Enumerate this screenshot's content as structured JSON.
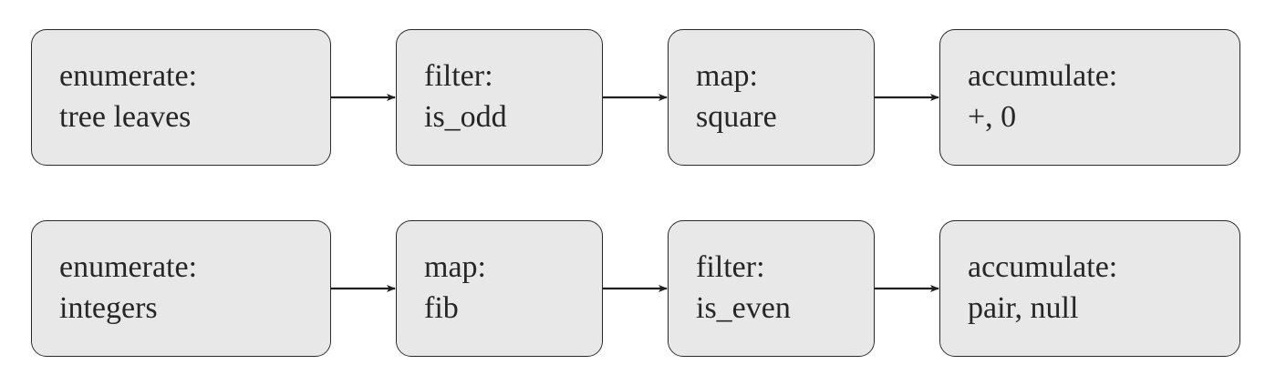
{
  "pipelines": [
    {
      "stages": [
        {
          "kind": "enumerate:",
          "arg": "tree leaves"
        },
        {
          "kind": "filter:",
          "arg": "is_odd"
        },
        {
          "kind": "map:",
          "arg": "square"
        },
        {
          "kind": "accumulate:",
          "arg": "+, 0"
        }
      ]
    },
    {
      "stages": [
        {
          "kind": "enumerate:",
          "arg": "integers"
        },
        {
          "kind": "map:",
          "arg": "fib"
        },
        {
          "kind": "filter:",
          "arg": "is_even"
        },
        {
          "kind": "accumulate:",
          "arg": "pair, null"
        }
      ]
    }
  ],
  "colors": {
    "box_fill": "#e8e8e8",
    "box_border": "#2a2a2a",
    "text": "#262626",
    "arrow": "#1f1f1f"
  }
}
